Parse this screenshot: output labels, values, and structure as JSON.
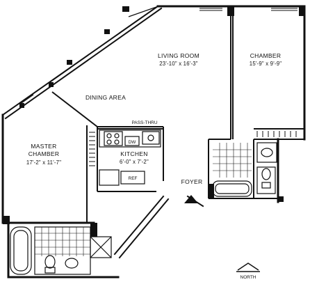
{
  "rooms": {
    "living": {
      "name": "LIVING ROOM",
      "dims": "23'-10\" x 16'-3\""
    },
    "chamber": {
      "name": "CHAMBER",
      "dims": "15'-9\" x 9'-9\""
    },
    "dining": {
      "name": "DINING AREA"
    },
    "master": {
      "name1": "MASTER",
      "name2": "CHAMBER",
      "dims": "17'-2\" x 11'-7\""
    },
    "kitchen": {
      "name": "KITCHEN",
      "dims": "6'-0\" x 7'-2\""
    },
    "foyer": {
      "name": "FOYER"
    }
  },
  "labels": {
    "pass_thru": "PASS-THRU",
    "dishwasher": "DW",
    "refrigerator": "REF",
    "north": "NORTH"
  },
  "colors": {
    "ink": "#111111",
    "paper": "#ffffff"
  }
}
